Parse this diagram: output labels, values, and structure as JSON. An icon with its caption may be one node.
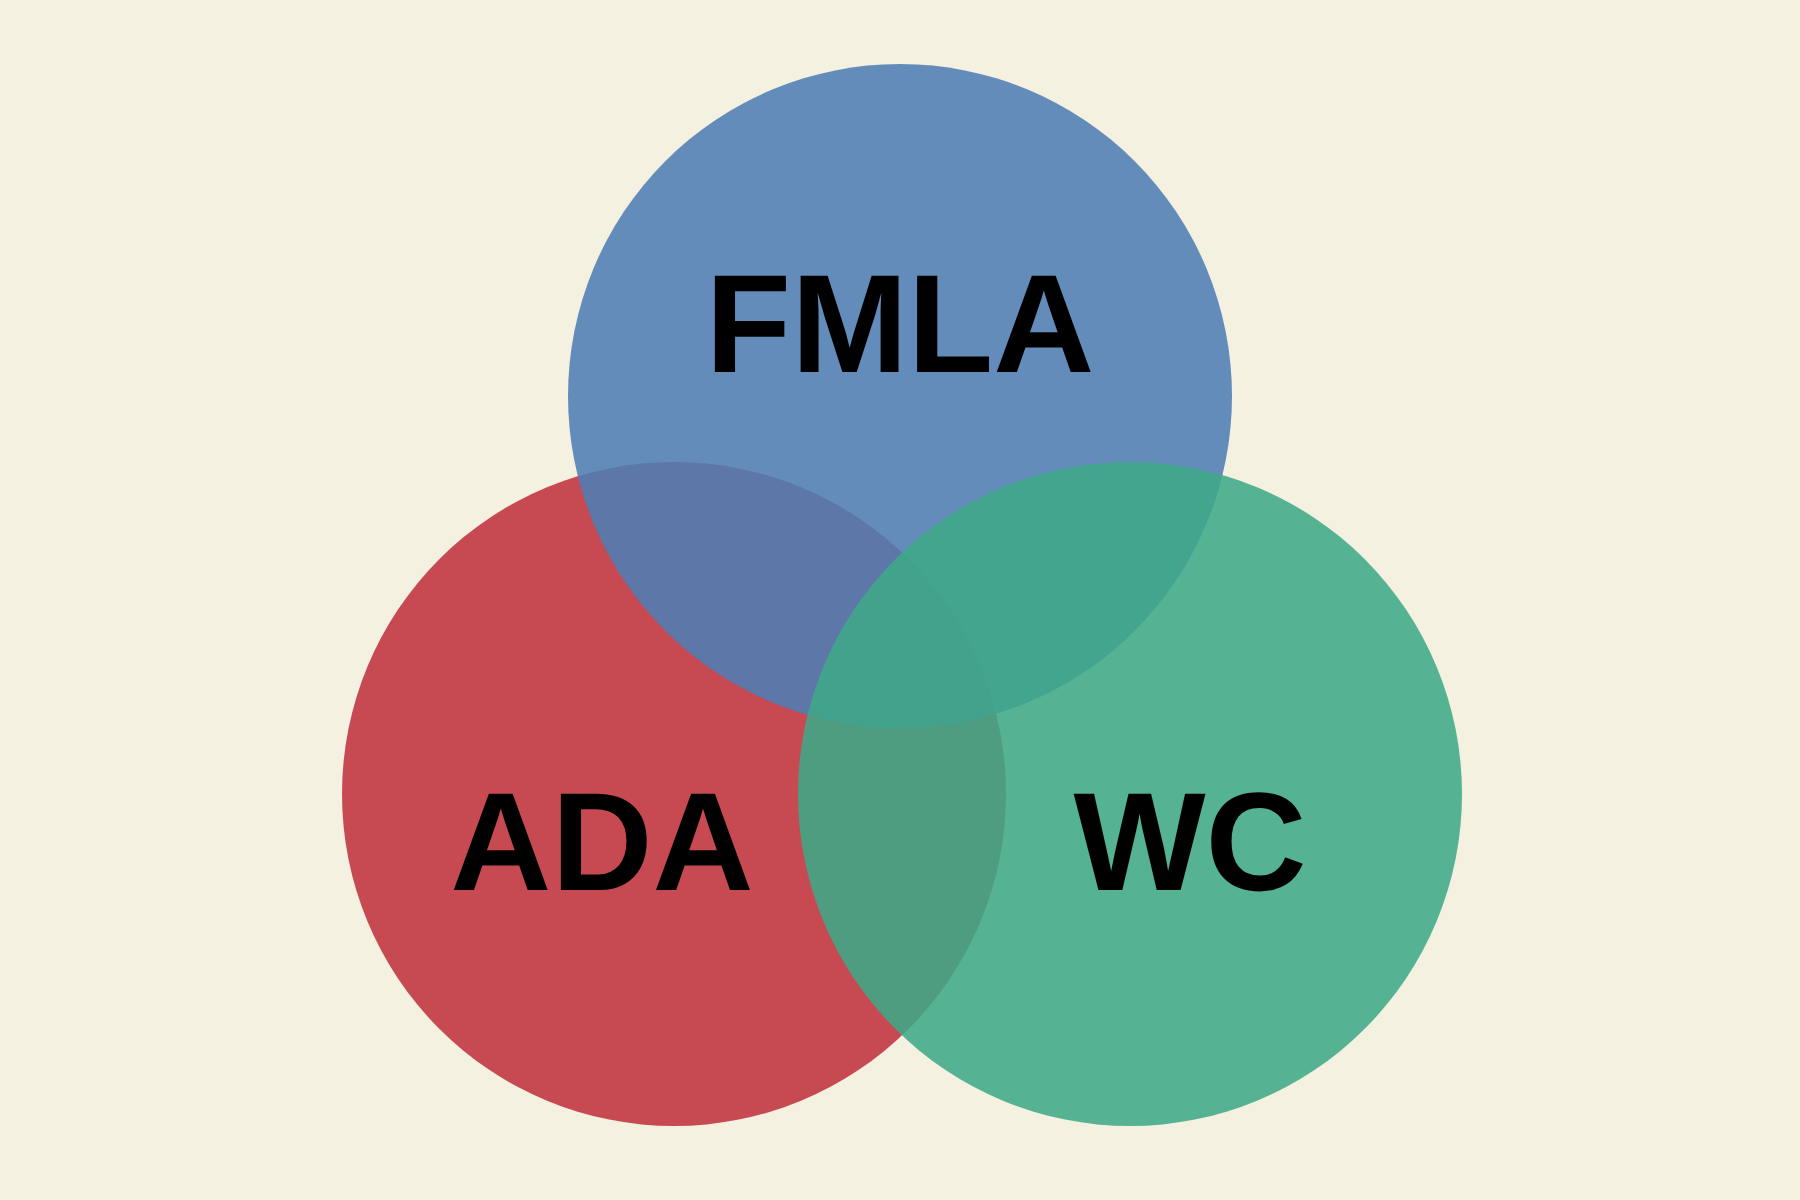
{
  "diagram": {
    "nodes": [
      {
        "text": [
          "FMLA"
        ]
      },
      {
        "text": [
          "ADA"
        ]
      },
      {
        "text": [
          "WC"
        ]
      }
    ]
  }
}
